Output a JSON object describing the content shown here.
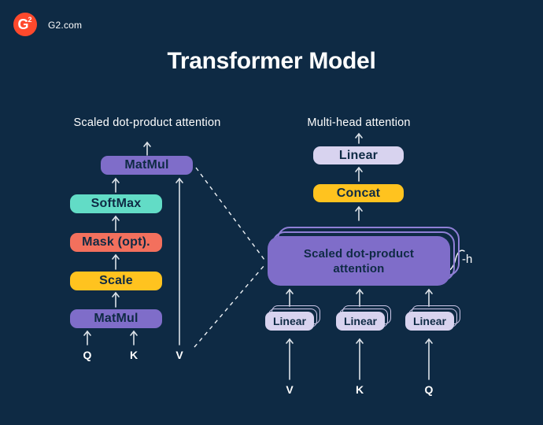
{
  "colors": {
    "background": "#0E2A44",
    "logo_red": "#FF492C",
    "purple": "#7F6DC9",
    "purple_outline": "#8F7FD6",
    "teal": "#62DCC6",
    "salmon": "#F3705D",
    "yellow": "#FFC31F",
    "lavender": "#D8D3EF",
    "lavender_outline": "#CFC9EA",
    "connector_line": "#DCE2E8",
    "box_text": "#0E2A44",
    "white_text": "#FFFFFF"
  },
  "header": {
    "logo_letter": "G",
    "logo_sup": "2",
    "brand": "G2.com",
    "title": "Transformer Model"
  },
  "left_diagram": {
    "heading": "Scaled dot-product attention",
    "boxes": [
      {
        "label": "MatMul",
        "color": "#7F6DC9"
      },
      {
        "label": "SoftMax",
        "color": "#62DCC6"
      },
      {
        "label": "Mask (opt).",
        "color": "#F3705D"
      },
      {
        "label": "Scale",
        "color": "#FFC31F"
      },
      {
        "label": "MatMul",
        "color": "#7F6DC9"
      }
    ],
    "inputs": [
      "Q",
      "K",
      "V"
    ]
  },
  "right_diagram": {
    "heading": "Multi-head attention",
    "linear_top": {
      "label": "Linear",
      "color": "#D8D3EF"
    },
    "concat": {
      "label": "Concat",
      "color": "#FFC31F"
    },
    "attention_stack": {
      "label_line1": "Scaled dot-product",
      "label_line2": "attention",
      "color": "#7F6DC9",
      "head_count_label": "-h"
    },
    "linear_stacks": [
      {
        "label": "Linear",
        "color": "#D8D3EF"
      },
      {
        "label": "Linear",
        "color": "#D8D3EF"
      },
      {
        "label": "Linear",
        "color": "#D8D3EF"
      }
    ],
    "inputs": [
      "V",
      "K",
      "Q"
    ]
  }
}
